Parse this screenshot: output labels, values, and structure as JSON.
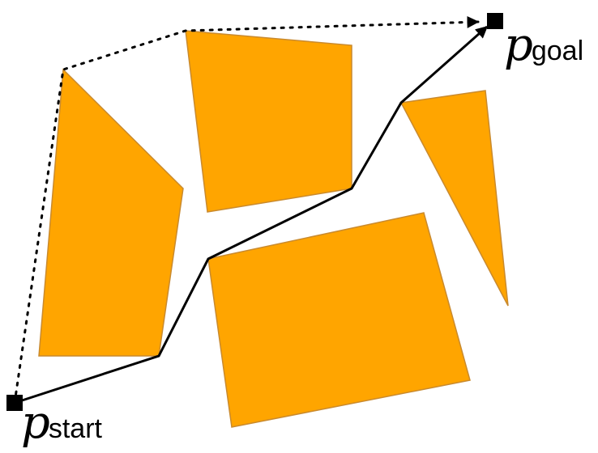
{
  "labels": {
    "start": {
      "symbol": "p",
      "subscript": "start"
    },
    "goal": {
      "symbol": "p",
      "subscript": "goal"
    }
  },
  "colors": {
    "obstacle_fill": "#FFA500",
    "obstacle_stroke": "#C98A2E",
    "path": "#000000",
    "marker": "#000000",
    "background": "#FFFFFF"
  }
}
